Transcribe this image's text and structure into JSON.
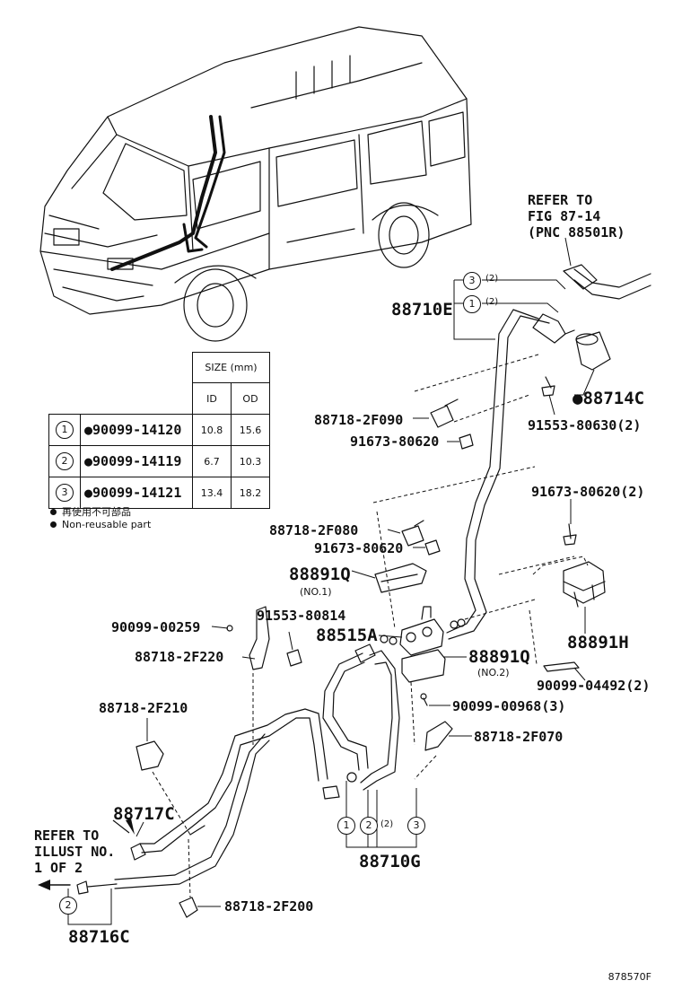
{
  "labels": {
    "p88710E": "88710E",
    "p88714C": "88714C",
    "p91553_80630": "91553-80630(2)",
    "p88718_2F090": "88718-2F090",
    "p91673_80620a": "91673-80620",
    "p91673_80620_2": "91673-80620(2)",
    "p88718_2F080": "88718-2F080",
    "p91673_80620b": "91673-80620",
    "p88891Q_1": "88891Q",
    "p88891Q_1_sub": "(NO.1)",
    "p90099_00259": "90099-00259",
    "p91553_80814": "91553-80814",
    "p88515A": "88515A",
    "p88891H": "88891H",
    "p88718_2F220": "88718-2F220",
    "p88891Q_2": "88891Q",
    "p88891Q_2_sub": "(NO.2)",
    "p90099_04492": "90099-04492(2)",
    "p90099_00968": "90099-00968(3)",
    "p88718_2F210": "88718-2F210",
    "p88718_2F070": "88718-2F070",
    "p88717C": "88717C",
    "p88710G": "88710G",
    "p88718_2F200": "88718-2F200",
    "p88716C": "88716C"
  },
  "refer_top": [
    "REFER TO",
    "FIG 87-14",
    "(PNC 88501R)"
  ],
  "refer_left": [
    "REFER TO",
    "ILLUST NO.",
    "1 OF 2"
  ],
  "callouts": {
    "c3_top": "3",
    "c3_top_qty": "(2)",
    "c1_top": "1",
    "c1_top_qty": "(2)",
    "c1_bot": "1",
    "c2_bot": "2",
    "c2_bot_qty": "(2)",
    "c3_bot": "3",
    "c2_left": "2"
  },
  "size_table": {
    "header": "SIZE (mm)",
    "col_id": "ID",
    "col_od": "OD",
    "rows": [
      {
        "no": "1",
        "part": "●90099-14120",
        "id": "10.8",
        "od": "15.6"
      },
      {
        "no": "2",
        "part": "●90099-14119",
        "id": "6.7",
        "od": "10.3"
      },
      {
        "no": "3",
        "part": "●90099-14121",
        "id": "13.4",
        "od": "18.2"
      }
    ]
  },
  "legend": [
    "再使用不可部品",
    "Non-reusable part"
  ],
  "figure_id": "878570F"
}
